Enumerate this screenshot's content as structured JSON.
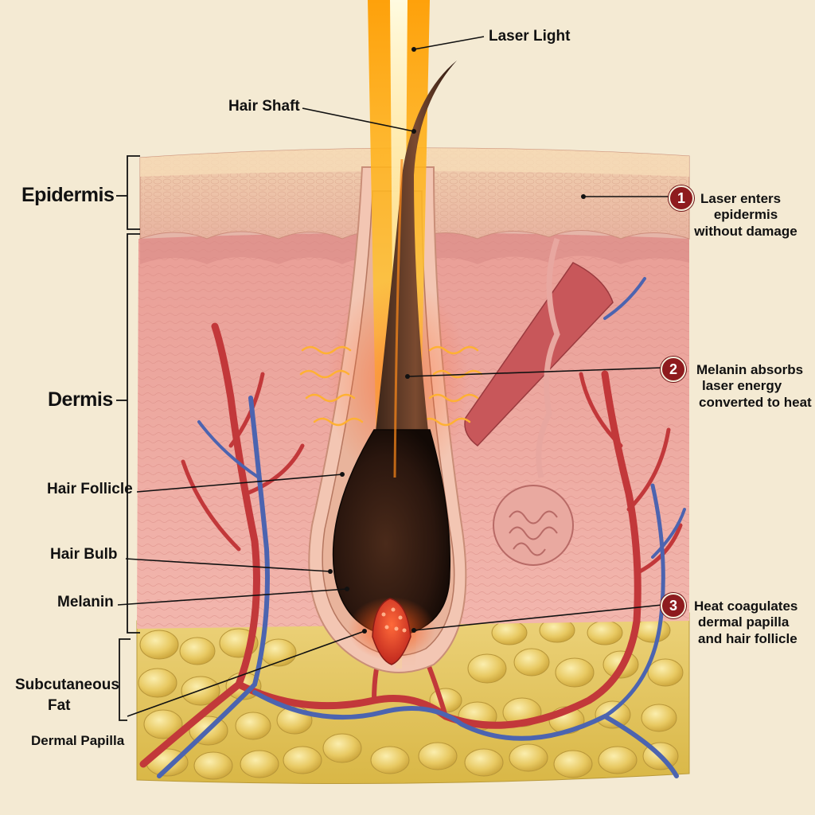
{
  "labels": {
    "laser_light": "Laser Light",
    "hair_shaft": "Hair Shaft",
    "epidermis": "Epidermis",
    "dermis": "Dermis",
    "hair_follicle": "Hair Follicle",
    "hair_bulb": "Hair Bulb",
    "melanin": "Melanin",
    "subcutaneous_fat_line1": "Subcutaneous",
    "subcutaneous_fat_line2": "Fat",
    "dermal_papilla": "Dermal Papilla"
  },
  "steps": [
    {
      "number": "1",
      "lines": [
        "Laser enters",
        "epidermis",
        "without damage"
      ]
    },
    {
      "number": "2",
      "lines": [
        "Melanin absorbs",
        "laser energy",
        "converted to heat"
      ]
    },
    {
      "number": "3",
      "lines": [
        "Heat coagulates",
        "dermal papilla",
        "and hair follicle"
      ]
    }
  ],
  "colors": {
    "background": "#f4ead3",
    "badge": "#8e1b1e",
    "dermis": "#e9a29a",
    "epidermis": "#efc7a6",
    "fat": "#e6c75c",
    "laser": "#ffb400",
    "artery": "#c2383a",
    "vein": "#4c64b0"
  }
}
